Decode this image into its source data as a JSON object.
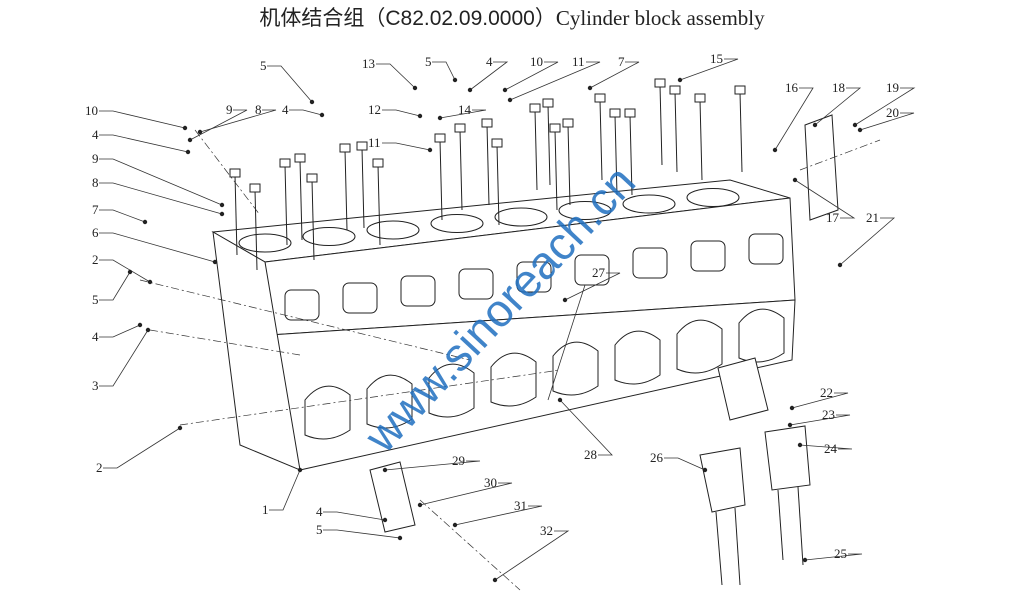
{
  "title": {
    "cn": "机体结合组（",
    "code": "C82.02.09.0000",
    "close": "）",
    "en": "Cylinder block assembly"
  },
  "watermark": "www.sinoreach.cn",
  "callouts": [
    "10",
    "4",
    "9",
    "8",
    "7",
    "6",
    "2",
    "5",
    "4",
    "3",
    "2",
    "1",
    "4",
    "5",
    "5",
    "4",
    "9",
    "8",
    "13",
    "12",
    "11",
    "14",
    "5",
    "4",
    "10",
    "11",
    "7",
    "15",
    "16",
    "18",
    "19",
    "20",
    "17",
    "21",
    "27",
    "28",
    "29",
    "30",
    "31",
    "32",
    "22",
    "23",
    "24",
    "26",
    "25"
  ]
}
